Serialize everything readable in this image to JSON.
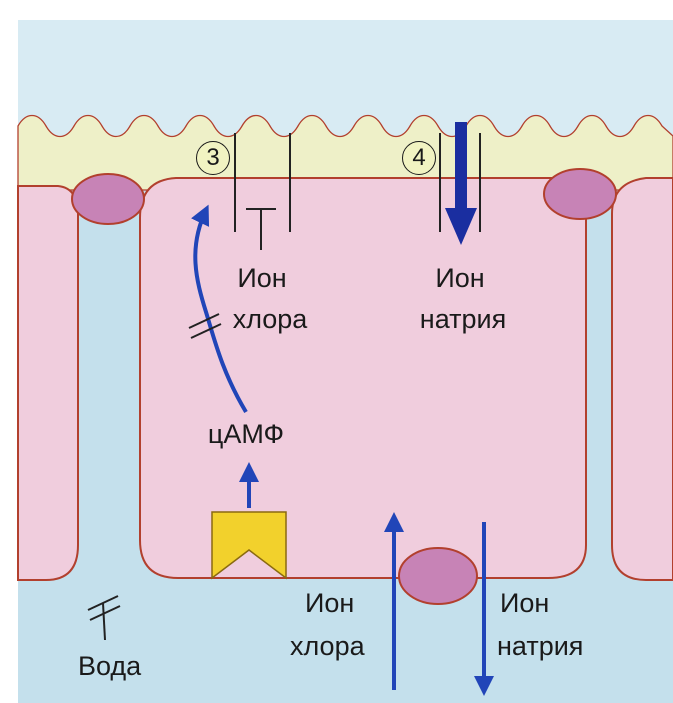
{
  "colors": {
    "page_background": "#ffffff",
    "lumen": "#d8ebf3",
    "apical_band": "#eef0c8",
    "cell_cytoplasm": "#f0cddd",
    "cell_outline": "#b2402e",
    "interstitial": "#c4e0ec",
    "tight_junction": "#c783b6",
    "receptor": "#f2d12c",
    "arrow": "#2145b8",
    "thick_arrow": "#1a2ea0"
  },
  "channels": {
    "chloride_number": "3",
    "sodium_number": "4"
  },
  "labels": {
    "apical_chloride_line1": "Ион",
    "apical_chloride_line2": "хлора",
    "apical_sodium_line1": "Ион",
    "apical_sodium_line2": "натрия",
    "camp": "цАМФ",
    "basal_chloride_line1": "Ион",
    "basal_chloride_line2": "хлора",
    "basal_sodium_line1": "Ион",
    "basal_sodium_line2": "натрия",
    "water": "Вода"
  }
}
